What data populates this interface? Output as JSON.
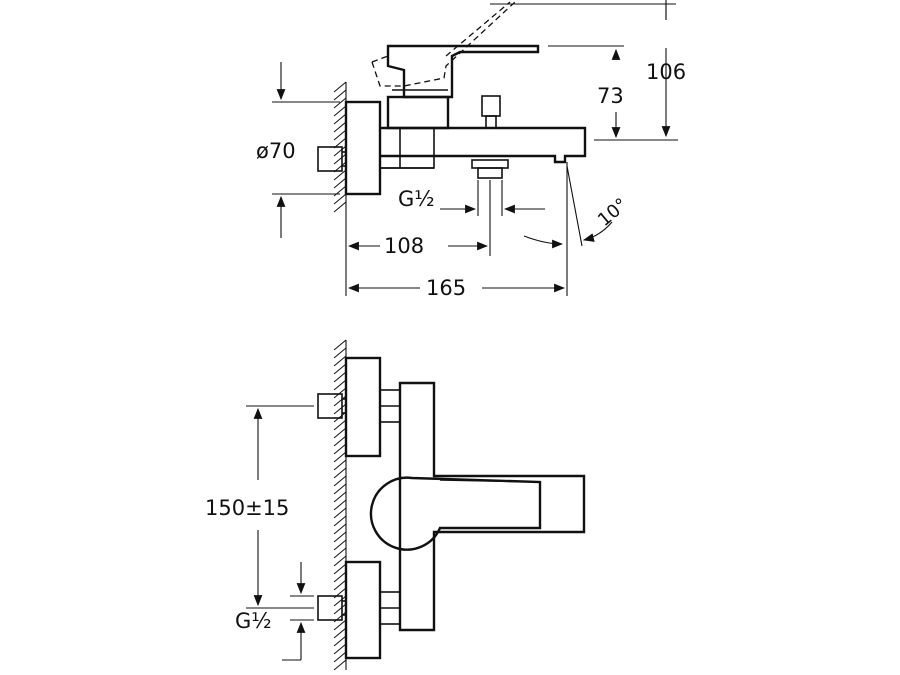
{
  "dimensions": {
    "overall_height": "106",
    "handle_height": "73",
    "rosette_diameter": "ø70",
    "connection_thread_side": "G½",
    "outlet_offset": "108",
    "overall_length": "165",
    "spout_angle": "10°",
    "center_distance": "150±15",
    "connection_thread_top": "G½"
  },
  "colors": {
    "line": "#111111",
    "background": "#ffffff"
  }
}
